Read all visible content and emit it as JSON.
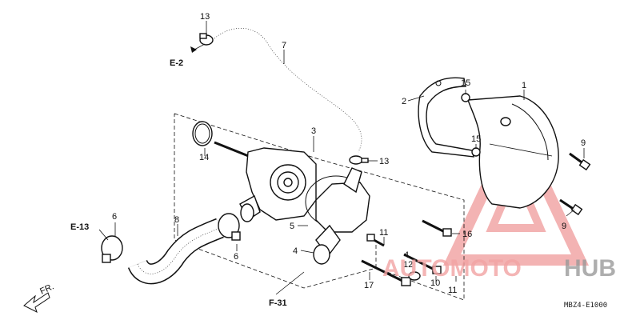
{
  "diagram": {
    "part_numbers": {
      "p1": "1",
      "p2": "2",
      "p3": "3",
      "p4a": "4",
      "p4b": "4",
      "p5": "5",
      "p6a": "6",
      "p6b": "6",
      "p7": "7",
      "p8": "8",
      "p9a": "9",
      "p9b": "9",
      "p10": "10",
      "p11a": "11",
      "p11b": "11",
      "p12": "12",
      "p13a": "13",
      "p13b": "13",
      "p14": "14",
      "p15a": "15",
      "p15b": "15",
      "p16": "16",
      "p17": "17"
    },
    "references": {
      "e2": "E-2",
      "e13": "E-13",
      "f31": "F-31",
      "fr": "FR."
    },
    "diagram_code": "MBZ4-E1000"
  },
  "watermark": {
    "word_accent": "AUTOMOTO",
    "word_main": "HUB",
    "accent_color": "#e85a5a",
    "main_color": "#8a8a8a"
  }
}
